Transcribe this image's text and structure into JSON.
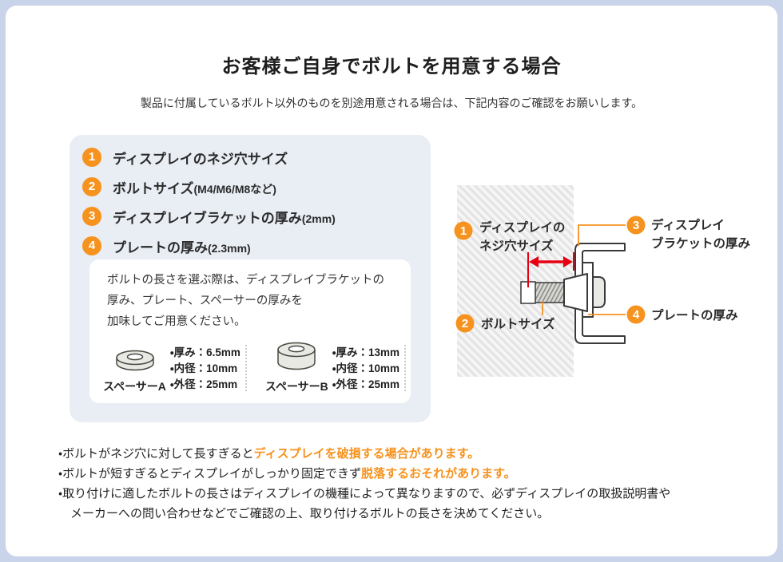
{
  "colors": {
    "accent_orange": "#f6921e",
    "warning_red": "#e60012"
  },
  "header": {
    "title": "お客様ご自身でボルトを用意する場合",
    "subtitle": "製品に付属しているボルト以外のものを別途用意される場合は、下記内容のご確認をお願いします。"
  },
  "checklist": {
    "items": [
      {
        "num": "1",
        "label": "ディスプレイのネジ穴サイズ",
        "paren": ""
      },
      {
        "num": "2",
        "label": "ボルトサイズ",
        "paren": "(M4/M6/M8など)"
      },
      {
        "num": "3",
        "label": "ディスプレイブラケットの厚み",
        "paren": "(2mm)"
      },
      {
        "num": "4",
        "label": "プレートの厚み",
        "paren": "(2.3mm)"
      }
    ],
    "note_lines": [
      "ボルトの長さを選ぶ際は、ディスプレイブラケットの",
      "厚み、プレート、スペーサーの厚みを",
      "加味してご用意ください。"
    ],
    "spacers": [
      {
        "name": "スペーサーA",
        "specs": [
          "・厚み：6.5mm",
          "・内径：10mm",
          "・外径：25mm"
        ]
      },
      {
        "name": "スペーサーB",
        "specs": [
          "・厚み：13mm",
          "・内径：10mm",
          "・外径：25mm"
        ]
      }
    ]
  },
  "diagram": {
    "label1": {
      "num": "1",
      "line1": "ディスプレイの",
      "line2": "ネジ穴サイズ"
    },
    "label2": {
      "num": "2",
      "line1": "ボルトサイズ"
    },
    "label3": {
      "num": "3",
      "line1": "ディスプレイ",
      "line2": "ブラケットの厚み"
    },
    "label4": {
      "num": "4",
      "line1": "プレートの厚み"
    }
  },
  "notes": [
    {
      "text": "・ボルトがネジ穴に対して長すぎると",
      "em": "ディスプレイを破損する場合があります。"
    },
    {
      "text": "・ボルトが短すぎるとディスプレイがしっかり固定できず",
      "em": "脱落するおそれがあります。"
    },
    {
      "text": "・取り付けに適したボルトの長さはディスプレイの機種によって異なりますので、必ずディスプレイの取扱説明書や",
      "em": ""
    },
    {
      "text": "　メーカーへの問い合わせなどでご確認の上、取り付けるボルトの長さを決めてください。",
      "em": ""
    }
  ]
}
